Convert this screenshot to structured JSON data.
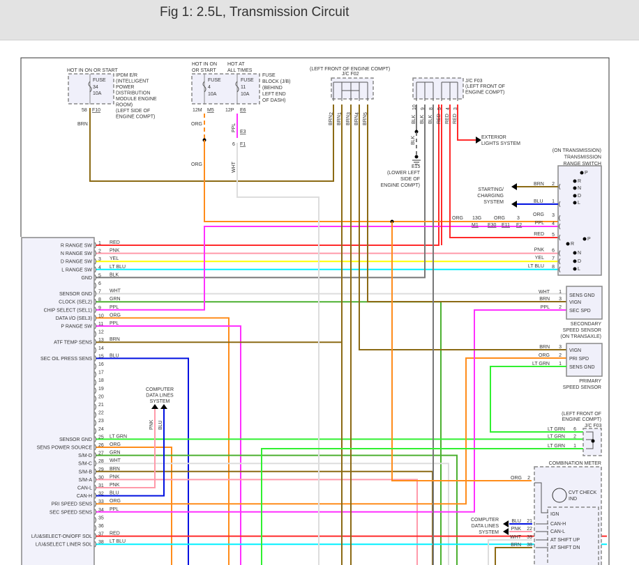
{
  "header": {
    "title": "Fig 1: 2.5L, Transmission Circuit"
  },
  "wire_colors": {
    "RED": "#ff2a2a",
    "PNK": "#ff9aaa",
    "YEL": "#ffff00",
    "LT BLU": "#00f0ff",
    "BLK": "#777777",
    "WHT": "#dddddd",
    "GRN": "#4cb030",
    "PPL": "#ff30ff",
    "ORG": "#ff8c1a",
    "BRN": "#8b6a14",
    "BLU": "#0010e0",
    "LT GRN": "#30f030"
  },
  "ipdm": {
    "hot": "HOT IN ON OR START",
    "fuse": "FUSE",
    "fuse_no": "34",
    "amps": "10A",
    "desc": [
      "IPDM E/R",
      "(INTELLIGENT",
      "POWER",
      "DISTRIBUTION",
      "MODULE ENGINE",
      "ROOM)",
      "(LEFT SIDE OF",
      "ENGINE COMPT)"
    ],
    "pin": "58",
    "conn": "F10",
    "wire": "BRN"
  },
  "fuse_block": {
    "hot1": [
      "HOT IN ON",
      "OR START"
    ],
    "hot2": [
      "HOT AT",
      "ALL TIMES"
    ],
    "fuse1": [
      "FUSE",
      "4",
      "10A"
    ],
    "fuse2": [
      "FUSE",
      "11",
      "10A"
    ],
    "desc": [
      "FUSE",
      "BLOCK (J/B)",
      "(BEHIND",
      "LEFT END",
      "OF DASH)"
    ],
    "pin1": "12M",
    "conn1": "M5",
    "pin2": "12P",
    "conn2": "E6",
    "wire1": "ORG",
    "wire1b": "ORG",
    "wire2": "PPL",
    "conn3": "E3",
    "pin3": "6",
    "conn4": "F1",
    "wire3": "WHT"
  },
  "jc_f02": {
    "location": "(LEFT FRONT OF ENGINE COMPT)",
    "name": "J/C F02",
    "pins": [
      "2",
      "1",
      "3",
      "4",
      "5"
    ],
    "wires": [
      "BRN",
      "BRN",
      "BRN",
      "BRN",
      "BRN"
    ]
  },
  "jc_f03": {
    "name": "J/C F03",
    "location": [
      "(LEFT FRONT OF",
      "ENGINE COMPT)"
    ],
    "pins": [
      "10",
      "9",
      "8",
      "5",
      "4",
      "3"
    ],
    "wires": [
      "BLK",
      "BLK",
      "BLK",
      "RED",
      "RED",
      "RED"
    ],
    "ground_wire": "BLK",
    "ground": "E15",
    "ground_location": [
      "(LOWER LEFT",
      "SIDE OF",
      "ENGINE COMPT)"
    ],
    "exterior": [
      "EXTERIOR",
      "LIGHTS SYSTEM"
    ]
  },
  "range_switch": {
    "title": [
      "(ON TRANSMISSION)",
      "TRANSMISSION",
      "RANGE SWITCH"
    ],
    "positions": [
      "P",
      "R",
      "N",
      "D",
      "L",
      "R",
      "N",
      "D",
      "L",
      "P"
    ],
    "starting": [
      "STARTING/",
      "CHARGING",
      "SYSTEM"
    ],
    "pins": [
      {
        "pin": "2",
        "wire": "BRN"
      },
      {
        "pin": "1",
        "wire": "BLU"
      },
      {
        "pin": "3",
        "wire": "ORG"
      },
      {
        "pin": "4",
        "wire": "PPL"
      },
      {
        "pin": "5",
        "wire": "RED"
      },
      {
        "pin": "6",
        "wire": "PNK"
      },
      {
        "pin": "7",
        "wire": "YEL"
      },
      {
        "pin": "8",
        "wire": "LT BLU"
      }
    ],
    "inline": {
      "wire_a": "ORG",
      "pin_a": "13G",
      "conn_a": "M1",
      "wire_b": "ORG",
      "conn_b": "E30",
      "conn_c": "E11",
      "pin_c": "3",
      "conn_d": "F2"
    }
  },
  "secondary_sensor": {
    "pins": [
      {
        "pin": "1",
        "wire": "WHT",
        "label": "SENS GND"
      },
      {
        "pin": "3",
        "wire": "BRN",
        "label": "VIGN"
      },
      {
        "pin": "2",
        "wire": "PPL",
        "label": "SEC SPD"
      }
    ],
    "title": [
      "SECONDARY",
      "SPEED SENSOR",
      "(ON TRANSAXLE)"
    ]
  },
  "primary_sensor": {
    "pins": [
      {
        "pin": "3",
        "wire": "BRN",
        "label": "VIGN"
      },
      {
        "pin": "2",
        "wire": "ORG",
        "label": "PRI SPD"
      },
      {
        "pin": "1",
        "wire": "LT GRN",
        "label": "SENS GND"
      }
    ],
    "title": [
      "PRIMARY",
      "SPEED SENSOR"
    ]
  },
  "jc_f03_lower": {
    "location": [
      "(LEFT FRONT OF",
      "ENGINE COMPT)"
    ],
    "name": "J/C F03",
    "pins": [
      {
        "pin": "6",
        "wire": "LT GRN"
      },
      {
        "pin": "2",
        "wire": "LT GRN"
      },
      {
        "pin": "1",
        "wire": "LT GRN"
      }
    ]
  },
  "combination_meter": {
    "title": "COMBINATION METER",
    "ind": [
      "CVT CHECK",
      "IND"
    ],
    "org_wire": "ORG",
    "org_pin": "2",
    "ign": "IGN",
    "computer": [
      "COMPUTER",
      "DATA LINES",
      "SYSTEM"
    ],
    "pins": [
      {
        "wire": "BLU",
        "pin": "21",
        "label": "CAN-H"
      },
      {
        "wire": "PNK",
        "pin": "22",
        "label": "CAN-L"
      },
      {
        "wire": "WHT",
        "pin": "39",
        "label": "AT SHIFT UP"
      },
      {
        "wire": "BRN",
        "pin": "38",
        "label": "AT SHIFT DN"
      }
    ]
  },
  "computer_data_lines": {
    "label": [
      "COMPUTER",
      "DATA LINES",
      "SYSTEM"
    ],
    "wires": [
      "PNK",
      "BLU"
    ]
  },
  "tcm_pins": [
    {
      "pin": "1",
      "label": "R RANGE SW",
      "wire": "RED"
    },
    {
      "pin": "2",
      "label": "N RANGE SW",
      "wire": "PNK"
    },
    {
      "pin": "3",
      "label": "D RANGE SW",
      "wire": "YEL"
    },
    {
      "pin": "4",
      "label": "L RANGE SW",
      "wire": "LT BLU"
    },
    {
      "pin": "5",
      "label": "GND",
      "wire": "BLK"
    },
    {
      "pin": "6",
      "label": "",
      "wire": ""
    },
    {
      "pin": "7",
      "label": "SENSOR GND",
      "wire": "WHT"
    },
    {
      "pin": "8",
      "label": "CLOCK (SEL2)",
      "wire": "GRN"
    },
    {
      "pin": "9",
      "label": "CHIP SELECT (SEL1)",
      "wire": "PPL"
    },
    {
      "pin": "10",
      "label": "DATA I/O (SEL3)",
      "wire": "ORG"
    },
    {
      "pin": "11",
      "label": "P RANGE SW",
      "wire": "PPL"
    },
    {
      "pin": "12",
      "label": "",
      "wire": ""
    },
    {
      "pin": "13",
      "label": "ATF TEMP SENS",
      "wire": "BRN"
    },
    {
      "pin": "14",
      "label": "",
      "wire": ""
    },
    {
      "pin": "15",
      "label": "SEC OIL PRESS SENS",
      "wire": "BLU"
    },
    {
      "pin": "16",
      "label": "",
      "wire": ""
    },
    {
      "pin": "17",
      "label": "",
      "wire": ""
    },
    {
      "pin": "18",
      "label": "",
      "wire": ""
    },
    {
      "pin": "19",
      "label": "",
      "wire": ""
    },
    {
      "pin": "20",
      "label": "",
      "wire": ""
    },
    {
      "pin": "21",
      "label": "",
      "wire": ""
    },
    {
      "pin": "22",
      "label": "",
      "wire": ""
    },
    {
      "pin": "23",
      "label": "",
      "wire": ""
    },
    {
      "pin": "24",
      "label": "",
      "wire": ""
    },
    {
      "pin": "25",
      "label": "SENSOR GND",
      "wire": "LT GRN"
    },
    {
      "pin": "26",
      "label": "SENS POWER SOURCE",
      "wire": "ORG"
    },
    {
      "pin": "27",
      "label": "S/M-D",
      "wire": "GRN"
    },
    {
      "pin": "28",
      "label": "S/M-C",
      "wire": "WHT"
    },
    {
      "pin": "29",
      "label": "S/M-B",
      "wire": "BRN"
    },
    {
      "pin": "30",
      "label": "S/M-A",
      "wire": "PNK"
    },
    {
      "pin": "31",
      "label": "CAN-L",
      "wire": "PNK"
    },
    {
      "pin": "32",
      "label": "CAN-H",
      "wire": "BLU"
    },
    {
      "pin": "33",
      "label": "PRI SPEED SENS",
      "wire": "ORG"
    },
    {
      "pin": "34",
      "label": "SEC SPEED SENS",
      "wire": "PPL"
    },
    {
      "pin": "35",
      "label": "",
      "wire": ""
    },
    {
      "pin": "36",
      "label": "",
      "wire": ""
    },
    {
      "pin": "37",
      "label": "L/U&SELECT-ON/OFF SOL",
      "wire": "RED"
    },
    {
      "pin": "38",
      "label": "L/U&SELECT LINER SOL",
      "wire": "LT BLU"
    }
  ]
}
